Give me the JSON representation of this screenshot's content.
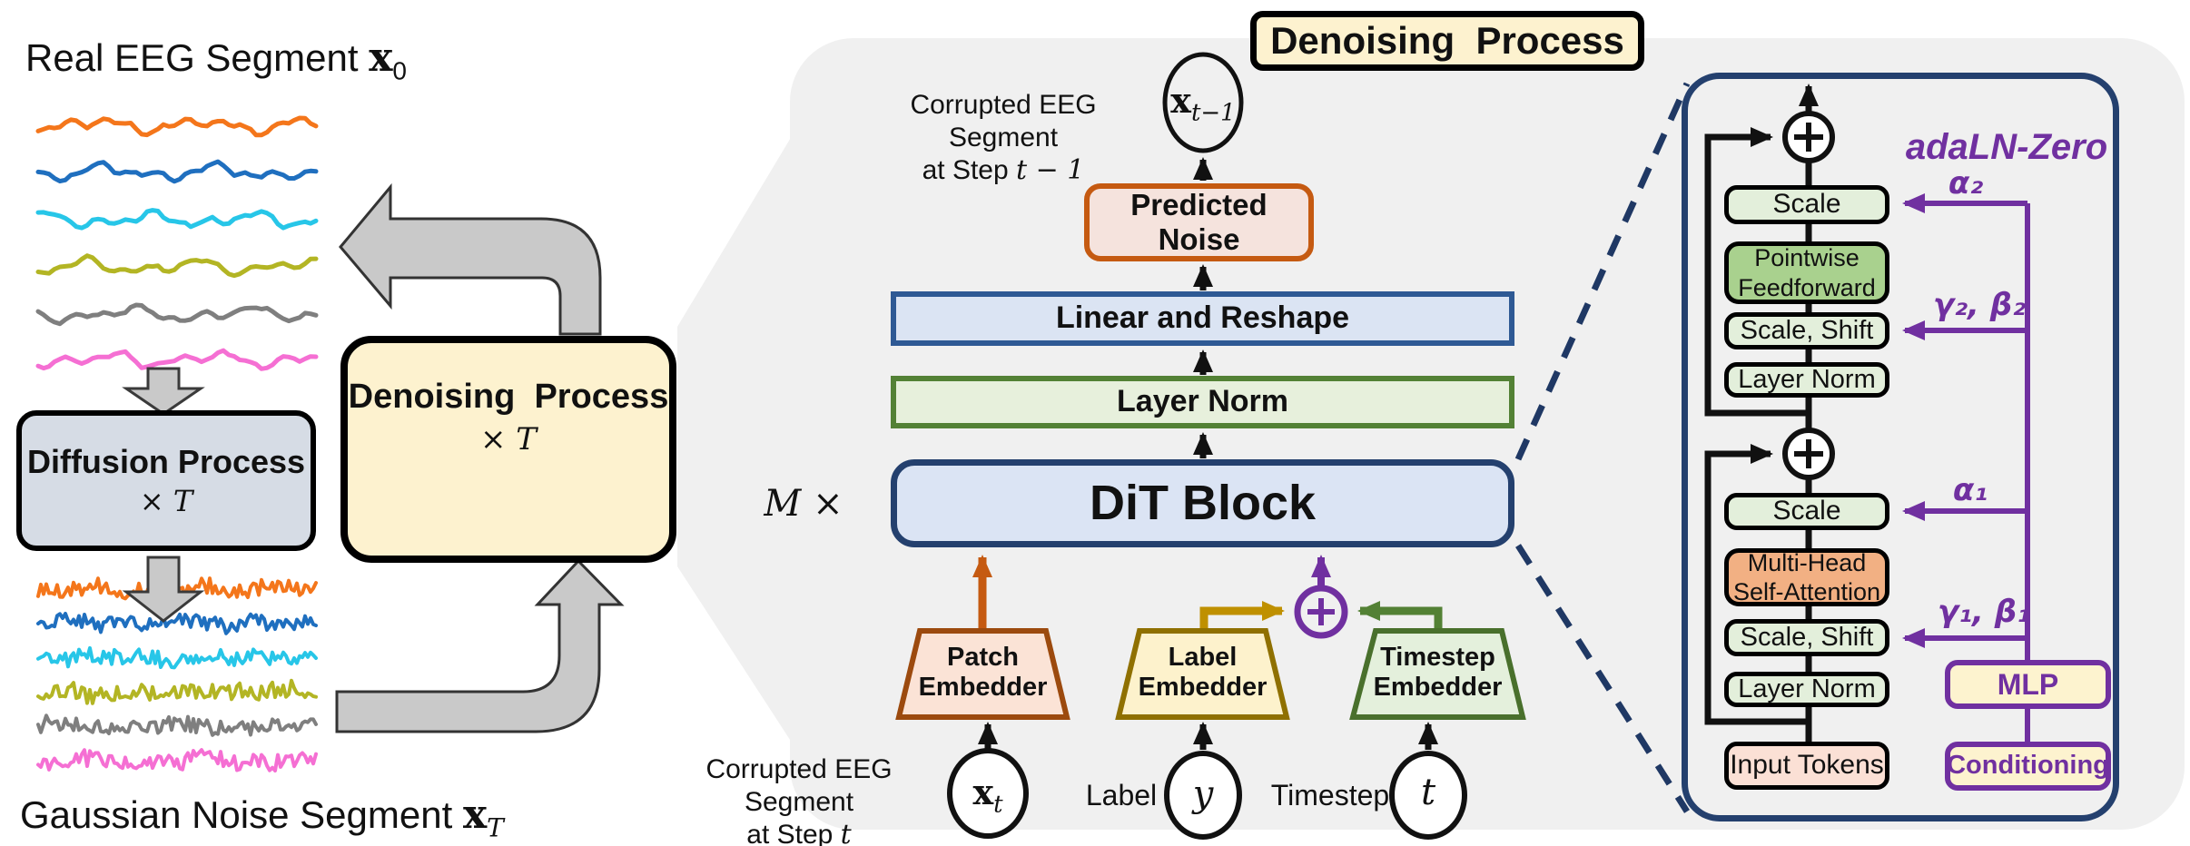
{
  "colors": {
    "panel_gray": "#f0f0f0",
    "navy": "#24406e",
    "purple": "#7030a0",
    "orange_accent": "#c55a11",
    "yellow_accent": "#bf9000",
    "green_accent": "#538135",
    "cream": "#fdf2cf",
    "light_blue": "#dbe4f3",
    "light_green": "#e7f0dc",
    "mid_green": "#a9d18e",
    "light_orange": "#f2b083",
    "light_peach": "#fbe0d5",
    "steel": "#d6dce5"
  },
  "left": {
    "real_eeg_title": "Real EEG Segment",
    "real_eeg_var": "x",
    "real_eeg_sub": "0",
    "gaussian_title": "Gaussian Noise Segment",
    "gaussian_var": "x",
    "gaussian_sub": "T",
    "diffusion_process": {
      "title": "Diffusion Process",
      "repeat": "× T"
    },
    "denoising_process": {
      "title": "Denoising  Process",
      "repeat": "× T"
    },
    "eeg_trace_colors": [
      "#f4761b",
      "#1f6fbf",
      "#27c6e8",
      "#b3b524",
      "#7f7f7f",
      "#f56fd3"
    ]
  },
  "middle": {
    "header": "Denoising  Process",
    "out_label_line1": "Corrupted EEG Segment",
    "out_step_prefix": "at Step ",
    "out_step_math": "t − 1",
    "out_var": "x",
    "out_var_sub": "t−1",
    "predicted_noise": [
      "Predicted",
      "Noise"
    ],
    "linear_reshape": "Linear and Reshape",
    "layer_norm": "Layer Norm",
    "dit_block": "DiT Block",
    "repeat_label": "M ×",
    "patch_embedder": [
      "Patch",
      "Embedder"
    ],
    "label_embedder": [
      "Label",
      "Embedder"
    ],
    "timestep_embedder": [
      "Timestep",
      "Embedder"
    ],
    "in_label_line1": "Corrupted EEG Segment",
    "in_step_prefix": "at Step ",
    "in_step_math": "t",
    "in_var": "x",
    "in_var_sub": "t",
    "label_text": "Label",
    "label_var": "y",
    "timestep_text": "Timestep",
    "timestep_var": "t"
  },
  "right": {
    "title": "adaLN-Zero",
    "blocks": {
      "scale_top": "Scale",
      "pff": [
        "Pointwise",
        "Feedforward"
      ],
      "scale_shift_top": "Scale, Shift",
      "layer_norm_top": "Layer Norm",
      "scale_bottom": "Scale",
      "mhsa": [
        "Multi-Head",
        "Self-Attention"
      ],
      "scale_shift_bottom": "Scale, Shift",
      "layer_norm_bottom": "Layer Norm",
      "input_tokens": "Input Tokens",
      "mlp": "MLP",
      "conditioning": "Conditioning"
    },
    "params": {
      "alpha2": "α₂",
      "gamma_beta2": "γ₂, β₂",
      "alpha1": "α₁",
      "gamma_beta1": "γ₁, β₁"
    }
  }
}
